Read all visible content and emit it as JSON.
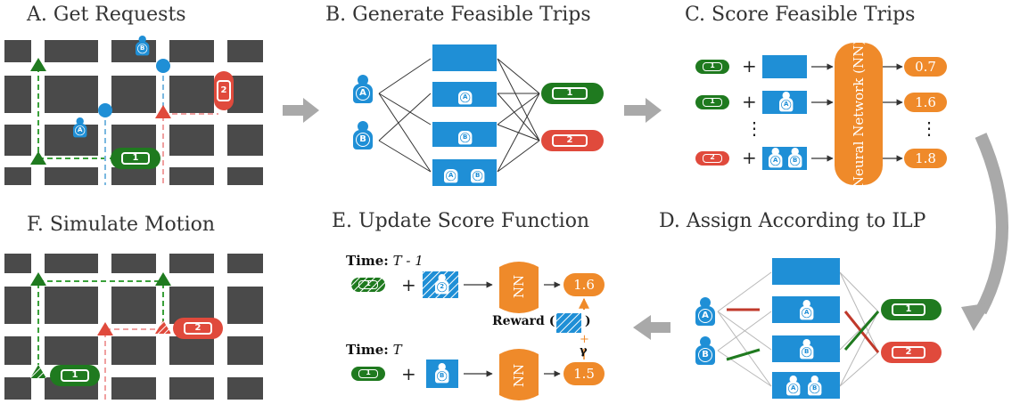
{
  "panels": {
    "a": {
      "title": "A. Get Requests"
    },
    "b": {
      "title": "B. Generate Feasible Trips"
    },
    "c": {
      "title": "C. Score Feasible Trips"
    },
    "d": {
      "title": "D. Assign According to ILP"
    },
    "e": {
      "title": "E. Update Score Function"
    },
    "f": {
      "title": "F. Simulate Motion"
    }
  },
  "passengers": {
    "a": "A",
    "b": "B"
  },
  "vehicles": {
    "v1": "1",
    "v2": "2"
  },
  "scores": {
    "s1": "0.7",
    "s2": "1.6",
    "s3": "1.8"
  },
  "nn_label": "Neural Network (NN)",
  "nn_short": "NN",
  "update": {
    "time_prev_bold": "Time:",
    "time_prev_ital": "T - 1",
    "time_cur_bold": "Time:",
    "time_cur_ital": "T",
    "value_prev": "1.6",
    "value_cur": "1.5",
    "reward_label": "Reward (",
    "reward_close": ")",
    "gamma": "γ",
    "plus": "+"
  },
  "symbols": {
    "plus": "+",
    "arrow": "→",
    "dots": "⋮"
  },
  "colors": {
    "blue": "#1f8fd6",
    "orange": "#ef8a2a",
    "green": "#1f7a1f",
    "red": "#e04a3c",
    "block": "#4a4a4a",
    "grey_arrow": "#a9a9a9"
  }
}
